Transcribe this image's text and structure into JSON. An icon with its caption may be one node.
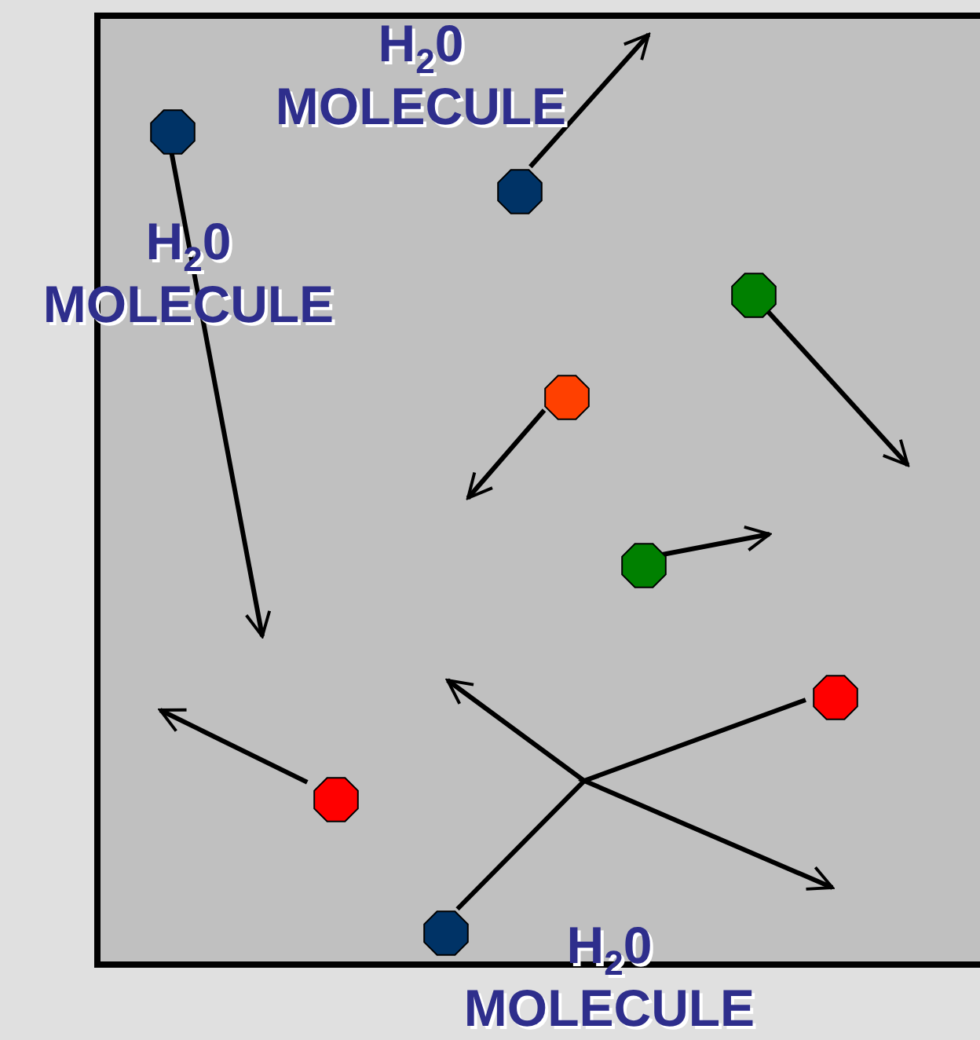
{
  "diagram": {
    "nodes": [
      {
        "text": [],
        "shape": "box"
      },
      {
        "text": [],
        "shape": "octagon",
        "in": 0
      },
      {
        "text": [],
        "shape": "octagon",
        "in": 0
      },
      {
        "text": [],
        "shape": "octagon",
        "in": 0
      },
      {
        "text": [],
        "shape": "octagon",
        "in": 0
      },
      {
        "text": [],
        "shape": "octagon",
        "in": 0
      },
      {
        "text": [],
        "shape": "octagon",
        "in": 0
      },
      {
        "text": [],
        "shape": "octagon",
        "in": 0
      },
      {
        "text": [],
        "shape": "octagon",
        "in": 0
      }
    ],
    "edges": [
      {
        "from": 1,
        "to": null,
        "arrow": "to"
      },
      {
        "from": 2,
        "to": null,
        "arrow": "to"
      },
      {
        "from": 3,
        "to": null,
        "arrow": "to"
      },
      {
        "from": 4,
        "to": null,
        "arrow": "to"
      },
      {
        "from": 5,
        "to": null,
        "arrow": "to"
      },
      {
        "from": 6,
        "to": null,
        "arrow": "to"
      },
      {
        "from": 7,
        "to": null,
        "arrow": "to"
      },
      {
        "from": 8,
        "to": null,
        "arrow": "to"
      }
    ],
    "labels": [
      "H$_{2}$0 MOLECULE",
      "H$_{2}$0 MOLECULE",
      "H$_{2}$0 MOLECULE"
    ]
  }
}
